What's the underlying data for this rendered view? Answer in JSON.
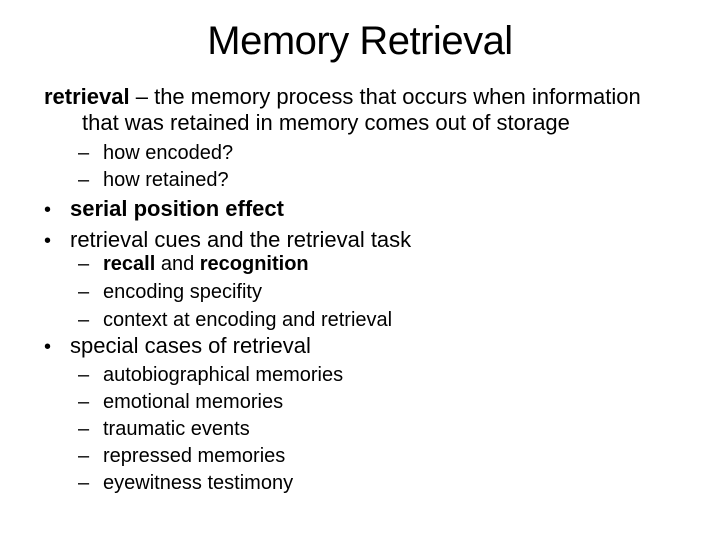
{
  "slide": {
    "title": "Memory Retrieval",
    "markers": {
      "bullet": "•",
      "dash": "–"
    },
    "definition": {
      "term": "retrieval",
      "line1_rest": " – the memory process that occurs when information",
      "line2": "that was retained in memory comes out of storage"
    },
    "how_questions": [
      {
        "text": "how encoded?"
      },
      {
        "text": "how retained?"
      }
    ],
    "bullets_main": [
      {
        "text": "serial position effect"
      },
      {
        "text": "retrieval cues and the retrieval task"
      }
    ],
    "retrieval_sub": {
      "recall_item": {
        "bold1": "recall",
        "mid": " and ",
        "bold2": "recognition"
      },
      "items": [
        {
          "text": "encoding specifity"
        },
        {
          "text": "context at encoding and retrieval"
        }
      ]
    },
    "special_bullet": {
      "text": "special cases of retrieval"
    },
    "special_sub": [
      {
        "text": "autobiographical memories"
      },
      {
        "text": "emotional memories"
      },
      {
        "text": "traumatic events"
      },
      {
        "text": "repressed memories"
      },
      {
        "text": "eyewitness testimony"
      }
    ],
    "colors": {
      "text": "#000000",
      "background": "#ffffff"
    }
  }
}
